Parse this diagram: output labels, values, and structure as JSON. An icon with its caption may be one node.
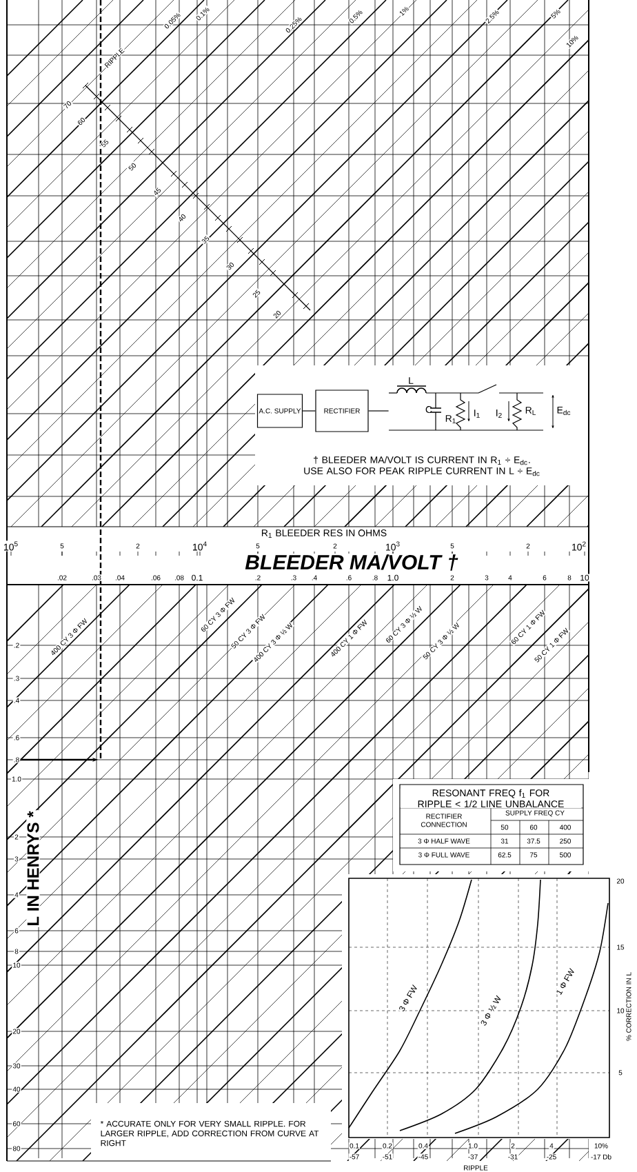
{
  "diagram": {
    "nodes": [
      {
        "text": [
          "A.C. SUPPLY"
        ]
      },
      {
        "text": [
          "RECTIFIER"
        ]
      },
      {
        "text": [],
        "shape": "picture"
      }
    ],
    "edges": [
      {
        "from": 0,
        "to": 1,
        "arrow": "none"
      },
      {
        "from": 1,
        "to": 2,
        "arrow": "none"
      }
    ],
    "labels": [
      "0.05%",
      "0.1%",
      "0.25%",
      "0.5%",
      "1%",
      "2.5%",
      "5%",
      "10%",
      "RIPPLE",
      "70",
      "60",
      "55",
      "50",
      "45",
      "40",
      "35",
      "30",
      "25",
      "20",
      "L",
      "C",
      "R$_{1}$",
      "I$_{1}$",
      "I$_{2}$",
      "R$_{L}$",
      "E$_{dc}$",
      "† BLEEDER MA/VOLT IS CURRENT IN R$_{1}$ ÷ E$_{dc}$. USE ALSO FOR PEAK RIPPLE CURRENT IN L ÷ E$_{dc}$",
      "R$_{1}$ BLEEDER RES IN OHMS",
      "10$^{5}$",
      "5",
      "2",
      "10$^{4}$",
      "5",
      "2",
      "10$^{3}$",
      "5",
      "2",
      "10$^{2}$",
      "BLEEDER MA/VOLT †",
      ".02",
      ".03",
      ".04",
      ".06",
      ".08",
      "0.1",
      ".2",
      ".3",
      ".4",
      ".6",
      ".8",
      "1.0",
      "2",
      "3",
      "4",
      "6",
      "8",
      "10",
      ".2",
      ".3",
      ".4",
      ".6",
      ".8",
      "1.0",
      "2",
      "3",
      "4",
      "6",
      "8",
      "10",
      "20",
      "30",
      "40",
      "60",
      "80",
      "L IN HENRYS *",
      "400 CY 3 Φ FW",
      "60 CY 3 Φ FW",
      "50 CY 3 Φ FW",
      "400 CY 3 Φ ½ W",
      "400 CY 1 Φ FW",
      "60 CY 3 Φ ½ W",
      "50 CY 3 Φ ½ W",
      "60 CY 1 Φ FW",
      "50 CY 1 Φ FW",
      "RESONANT FREQ f$_{1}$ FOR RIPPLE < 1/2 LINE UNBALANCE",
      "RECTIFIER CONNECTION",
      "SUPPLY FREQ CY",
      "50",
      "60",
      "400",
      "3 Φ HALF WAVE",
      "31",
      "37.5",
      "250",
      "3 Φ FULL WAVE",
      "62.5",
      "75",
      "500",
      "20",
      "15",
      "10",
      "5",
      "% CORRECTION IN L",
      "0.1",
      "0.2",
      "0.4",
      "1.0",
      "2",
      "4",
      "10%",
      "-57",
      "-51",
      "-45",
      "-37",
      "-31",
      "-25",
      "-17 Db",
      "RIPPLE",
      "3 Φ FW",
      "3 Φ ½ W",
      "1 Φ FW",
      "* ACCURATE ONLY FOR VERY SMALL RIPPLE. FOR LARGER RIPPLE, ADD CORRECTION FROM CURVE AT RIGHT"
    ]
  }
}
